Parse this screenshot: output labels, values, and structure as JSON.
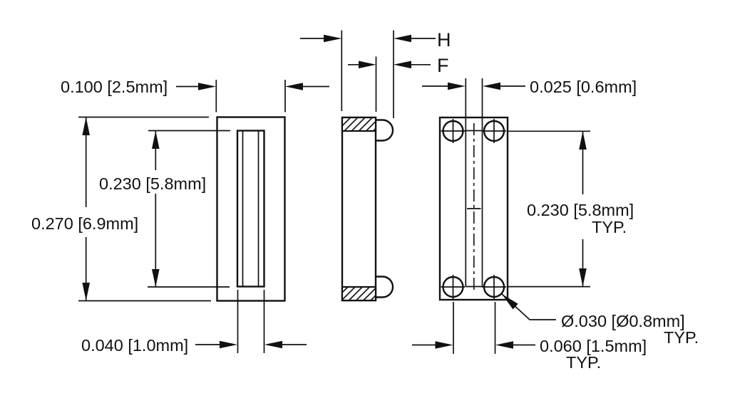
{
  "drawing": {
    "colors": {
      "line": "#111111",
      "background": "#ffffff"
    },
    "dimensions": {
      "front_width": {
        "label": "0.100 [2.5mm]"
      },
      "front_slot_height": {
        "label": "0.230 [5.8mm]"
      },
      "front_height": {
        "label": "0.270 [6.9mm]"
      },
      "front_slot_width": {
        "label": "0.040 [1.0mm]"
      },
      "side_overall_ref": {
        "label": "H"
      },
      "side_pin_ref": {
        "label": "F"
      },
      "back_slot_width": {
        "label": "0.025 [0.6mm]"
      },
      "back_hole_row_pitch": {
        "label": "0.230 [5.8mm]",
        "qualifier": "TYP."
      },
      "back_hole_diameter": {
        "label": "Ø.030 [Ø0.8mm]",
        "qualifier": "TYP."
      },
      "back_hole_column_pitch": {
        "label": "0.060 [1.5mm]",
        "qualifier": "TYP."
      }
    }
  }
}
